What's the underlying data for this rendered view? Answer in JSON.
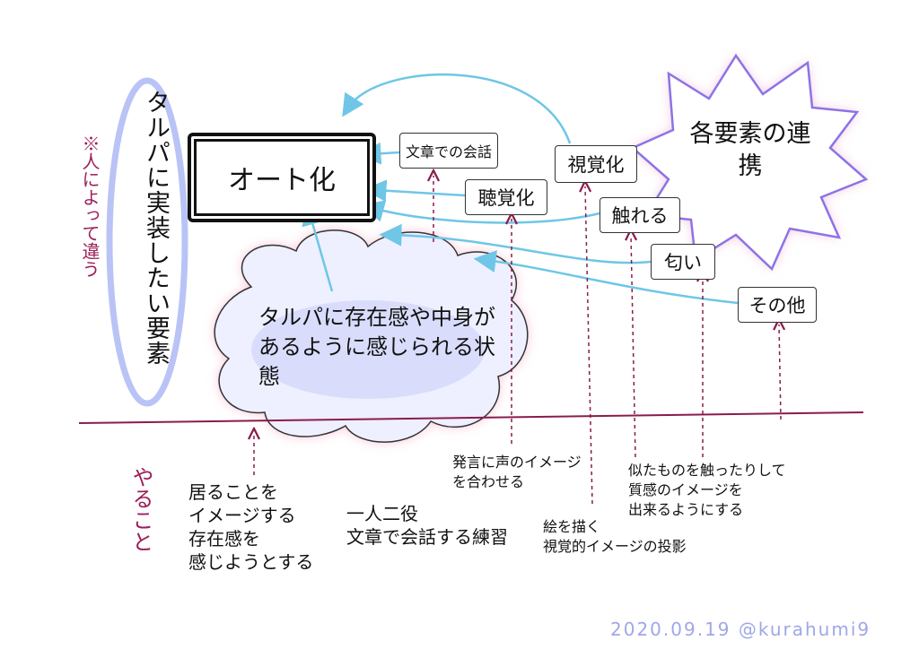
{
  "vertical_title": "タルパに実装したい要素",
  "side_note_top": "※人によって違う",
  "side_note_bottom": "やること",
  "center_box": "オート化",
  "burst": "各要素の連携",
  "cloud": "タルパに存在感や中身があるように感じられる状態",
  "elements": {
    "text_chat": "文章での会話",
    "hearing": "聴覚化",
    "visual": "視覚化",
    "touch": "触れる",
    "smell": "匂い",
    "other": "その他"
  },
  "practices": {
    "presence": "居ることを\nイメージする\n存在感を\n感じようとする",
    "two_roles": "一人二役\n文章で会話する練習",
    "voice": "発言に声のイメージ\nを合わせる",
    "draw": "絵を描く\n視覚的イメージの投影",
    "touch": "似たものを触ったりして\n質感のイメージを\n出来るようにする"
  },
  "signature": "2020.09.19 @kurahumi9",
  "colors": {
    "arrow": "#6fc6e6",
    "line": "#8a1c4d",
    "cloud_glow": "#f7b9cf",
    "burst_glow": "#c8a6ec"
  }
}
